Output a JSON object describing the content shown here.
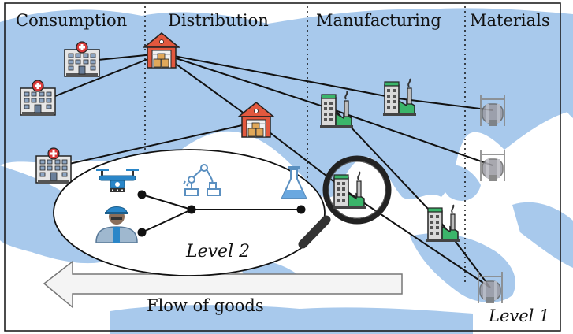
{
  "stages": {
    "consumption": "Consumption",
    "distribution": "Distribution",
    "manufacturing": "Manufacturing",
    "materials": "Materials"
  },
  "labels": {
    "level1": "Level 1",
    "level2": "Level 2",
    "flow": "Flow of goods"
  },
  "icons": {
    "hospital": "hospital-icon",
    "warehouse": "warehouse-icon",
    "factory": "factory-icon",
    "tank": "storage-tank-icon",
    "drone": "drone-icon",
    "robot_arm": "robot-arm-icon",
    "flask": "flask-icon",
    "worker": "worker-icon",
    "magnifier": "magnifying-glass-icon"
  },
  "colors": {
    "ocean": "#ffffff",
    "land": "#a8c9ec",
    "warehouse_roof": "#e2583e",
    "factory_green": "#3bb56a",
    "tank_gray": "#9a9aa2",
    "drone_blue": "#2a86c8"
  }
}
